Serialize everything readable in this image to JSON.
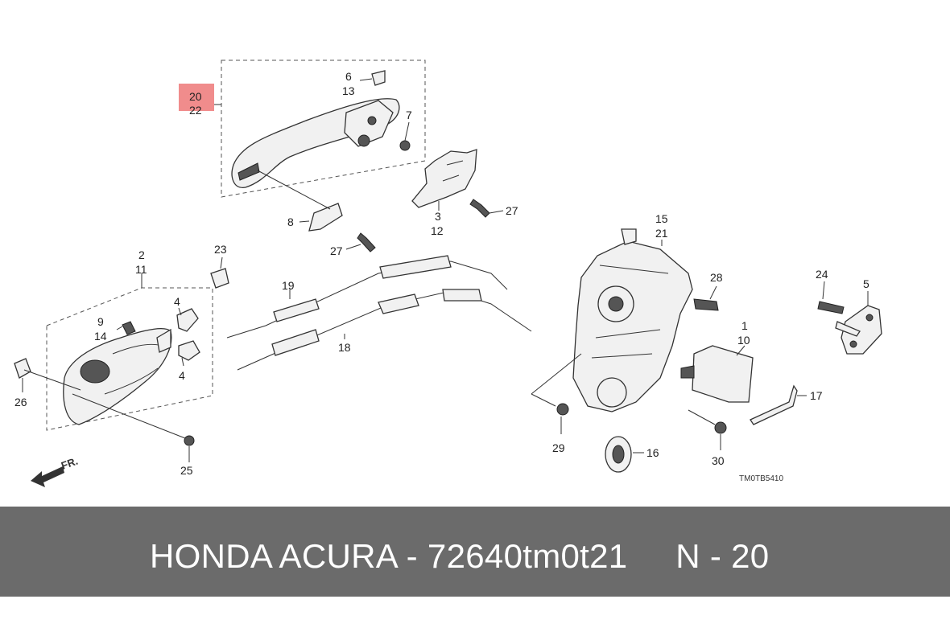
{
  "callouts": {
    "p20_22": {
      "top": "20",
      "bottom": "22"
    },
    "p6_13": {
      "top": "6",
      "bottom": "13"
    },
    "p7": "7",
    "p3_12": {
      "top": "3",
      "bottom": "12"
    },
    "p27a": "27",
    "p27b": "27",
    "p8": "8",
    "p2_11": {
      "top": "2",
      "bottom": "11"
    },
    "p23": "23",
    "p19": "19",
    "p18": "18",
    "p9_14": {
      "top": "9",
      "bottom": "14"
    },
    "p4a": "4",
    "p4b": "4",
    "p26": "26",
    "p25": "25",
    "p15_21": {
      "top": "15",
      "bottom": "21"
    },
    "p28": "28",
    "p1_10": {
      "top": "1",
      "bottom": "10"
    },
    "p24": "24",
    "p5": "5",
    "p17": "17",
    "p29": "29",
    "p16": "16",
    "p30": "30"
  },
  "front_arrow": "FR.",
  "diagram_code": "TM0TB5410",
  "highlight_color": "#f08c8c",
  "banner": {
    "text": "HONDA ACURA - 72640tm0t21     N - 20",
    "background": "#6b6b6b",
    "text_color": "#ffffff"
  }
}
